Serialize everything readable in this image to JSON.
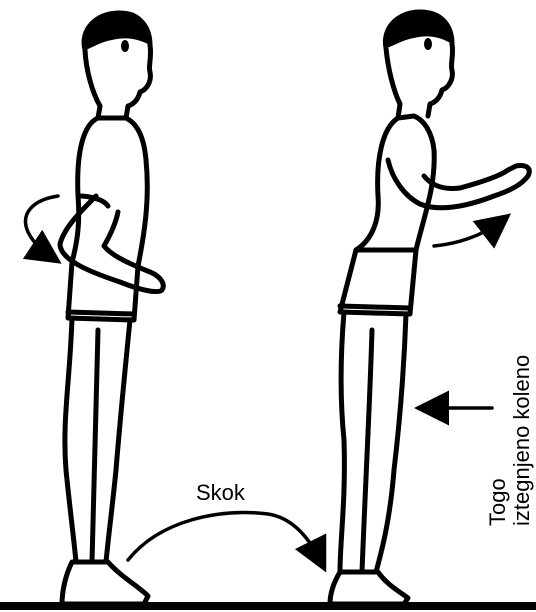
{
  "labels": {
    "jump": "Skok",
    "side_note_line1": "Togo",
    "side_note_line2": "iztegnjeno koleno"
  },
  "icons": {
    "rotation_back": "curved-arrow-icon",
    "rotation_forward": "curved-arrow-icon",
    "jump_arrow": "arc-arrow-icon",
    "knee_pointer": "left-arrow-icon"
  }
}
